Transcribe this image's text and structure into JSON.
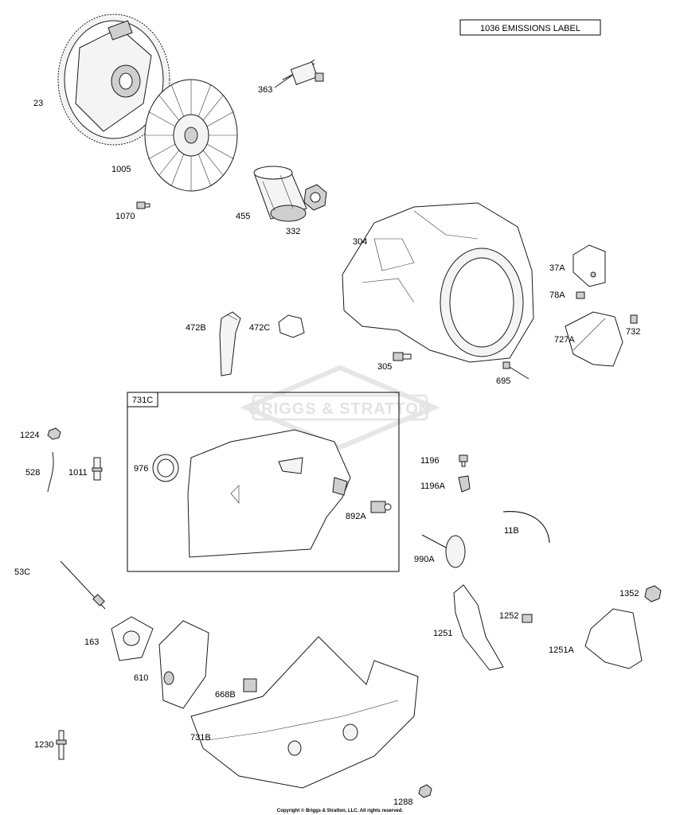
{
  "emissions_label": "1036 EMISSIONS LABEL",
  "inset_box_label": "731C",
  "watermark": "BRIGGS & STRATTON",
  "copyright": "Copyright © Briggs & Stratton, LLC. All rights reserved.",
  "parts": {
    "p23": "23",
    "p1005": "1005",
    "p1070": "1070",
    "p363": "363",
    "p455": "455",
    "p332": "332",
    "p304": "304",
    "p37A": "37A",
    "p78A": "78A",
    "p732": "732",
    "p727A": "727A",
    "p472B": "472B",
    "p472C": "472C",
    "p305": "305",
    "p695": "695",
    "p1224": "1224",
    "p528": "528",
    "p1011": "1011",
    "p976": "976",
    "p892A": "892A",
    "p1196": "1196",
    "p1196A": "1196A",
    "p11B": "11B",
    "p990A": "990A",
    "p53C": "53C",
    "p163": "163",
    "p610": "610",
    "p668B": "668B",
    "p731B": "731B",
    "p1230": "1230",
    "p1288": "1288",
    "p1251": "1251",
    "p1252": "1252",
    "p1352": "1352",
    "p1251A": "1251A"
  }
}
